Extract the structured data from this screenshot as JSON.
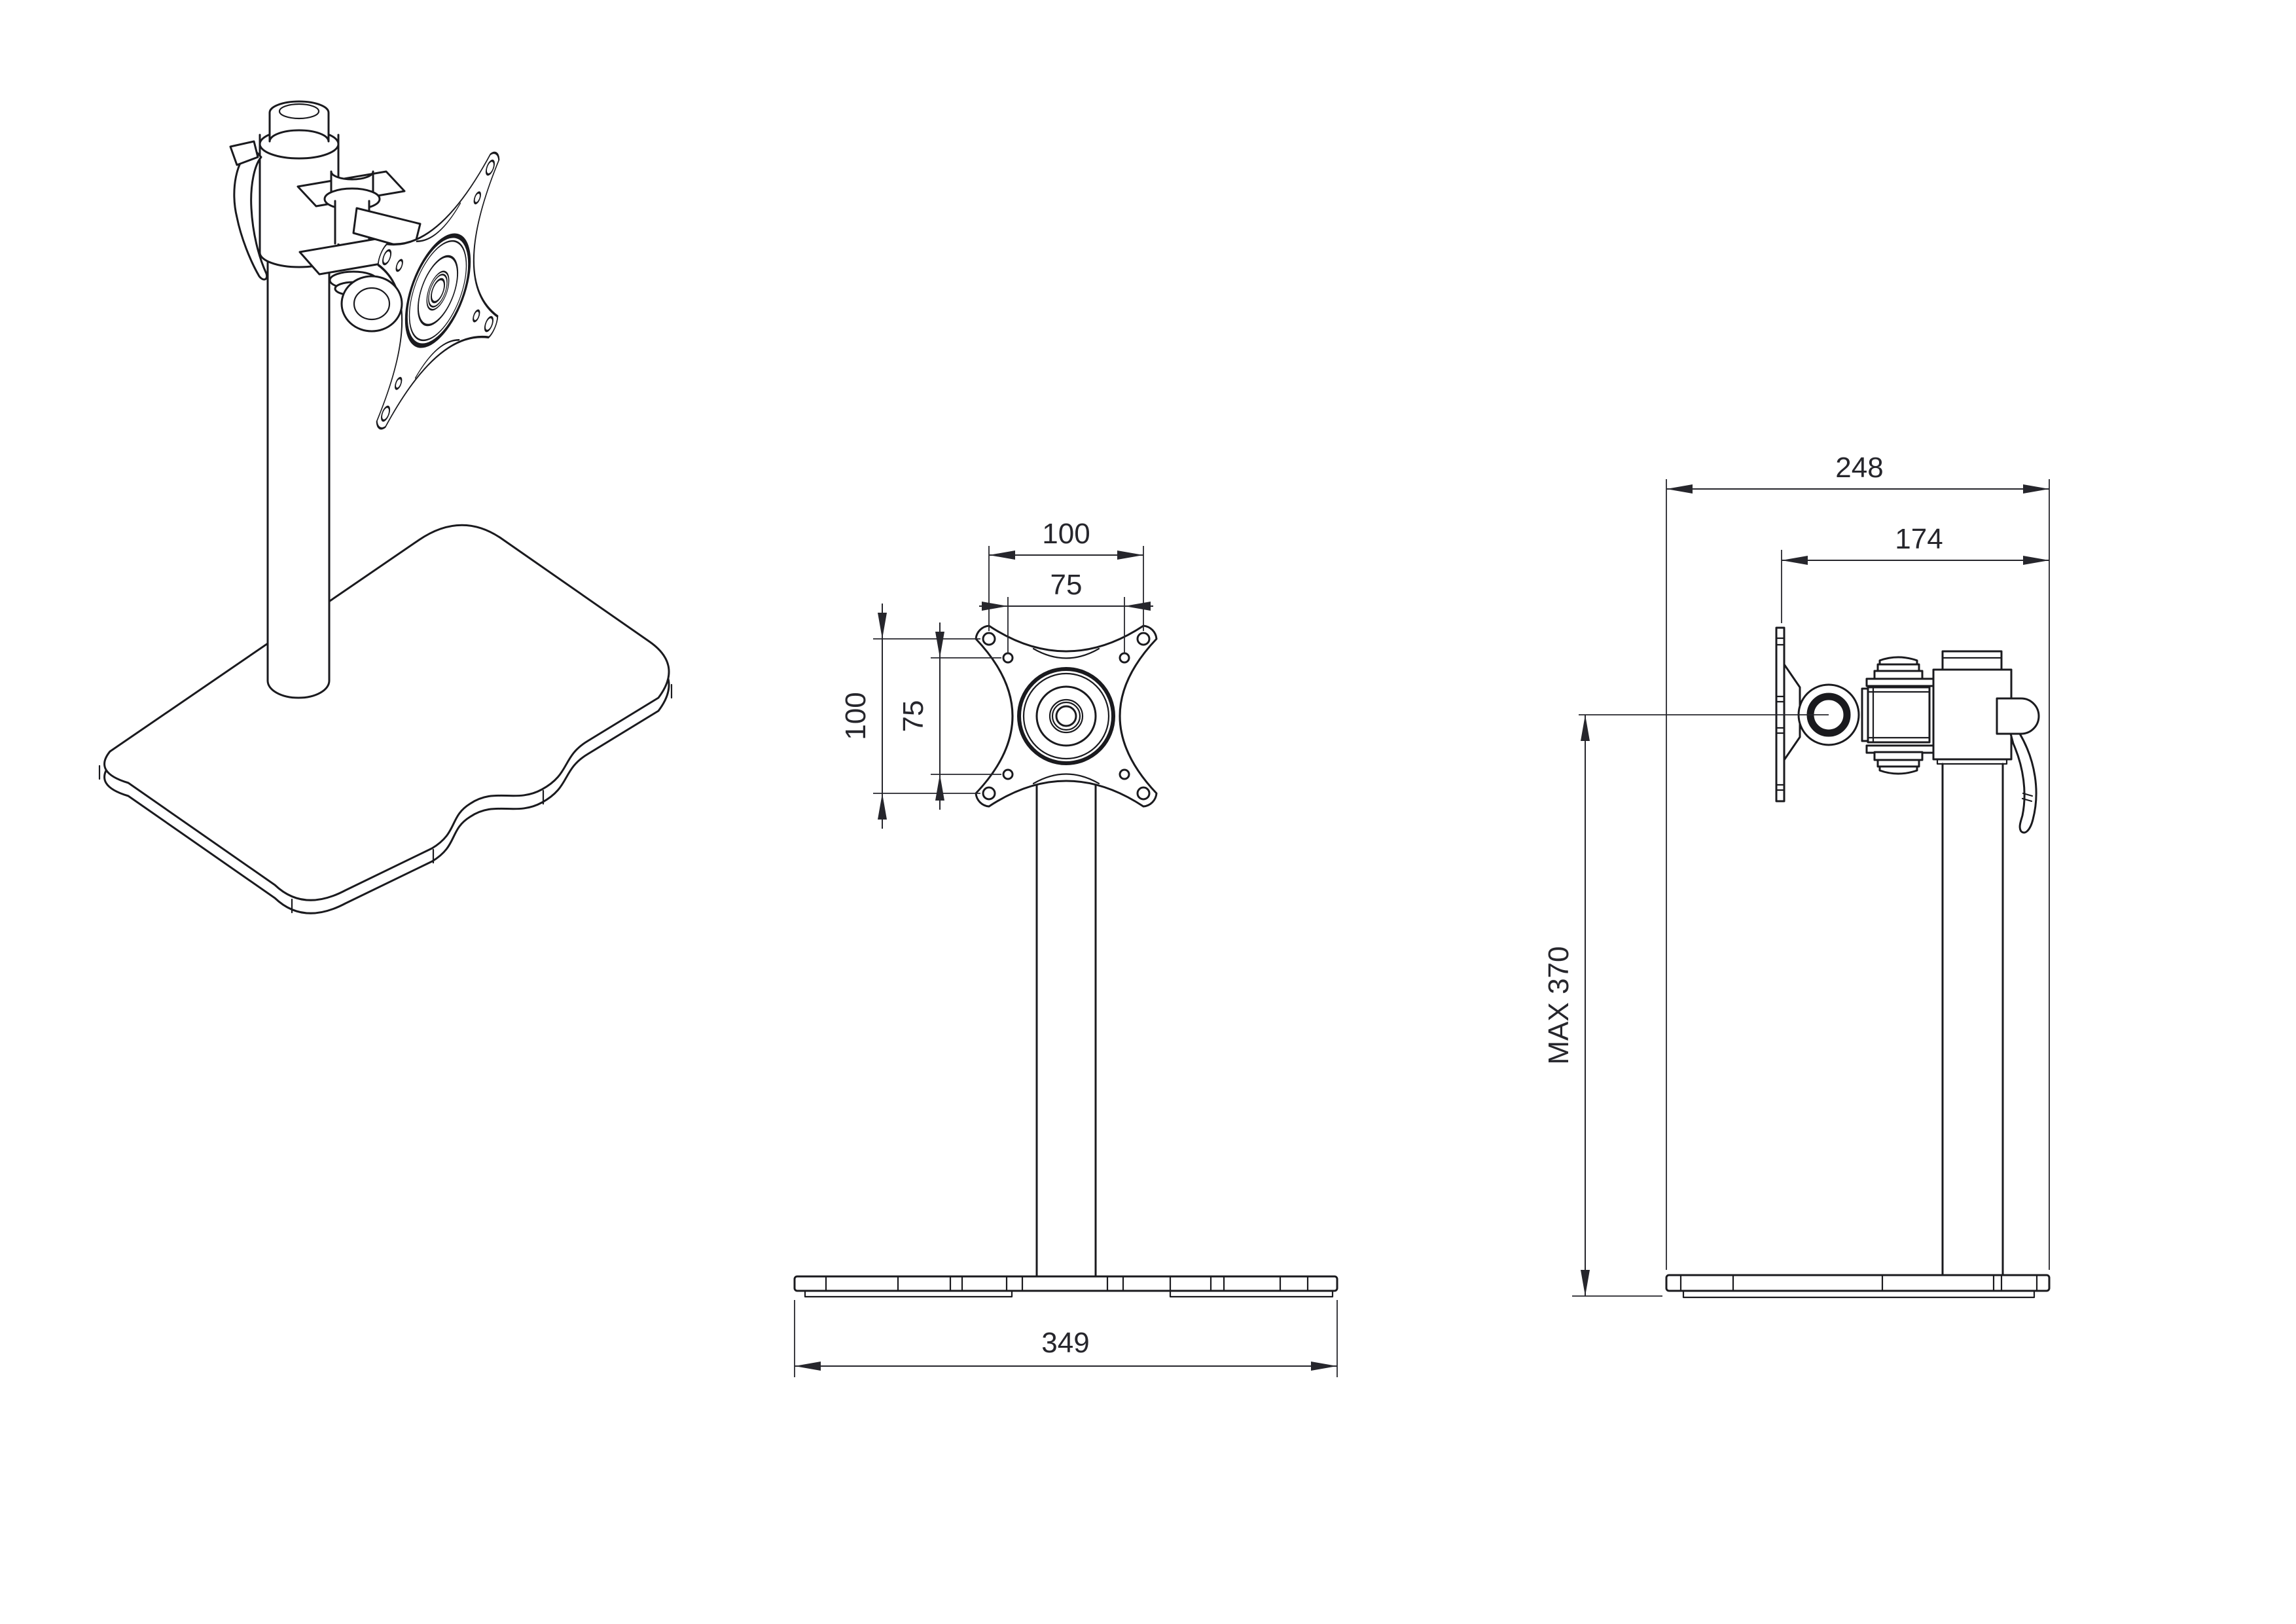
{
  "colors": {
    "background": "#ffffff",
    "line": "#1a1a1e",
    "dim": "#26262c"
  },
  "views": {
    "front": {
      "dims": {
        "vesa_width_outer": "100",
        "vesa_width_inner": "75",
        "vesa_height_outer": "100",
        "vesa_height_inner": "75",
        "base_width": "349"
      }
    },
    "side": {
      "dims": {
        "overall_depth": "248",
        "head_depth": "174",
        "max_height": "MAX 370"
      }
    }
  }
}
